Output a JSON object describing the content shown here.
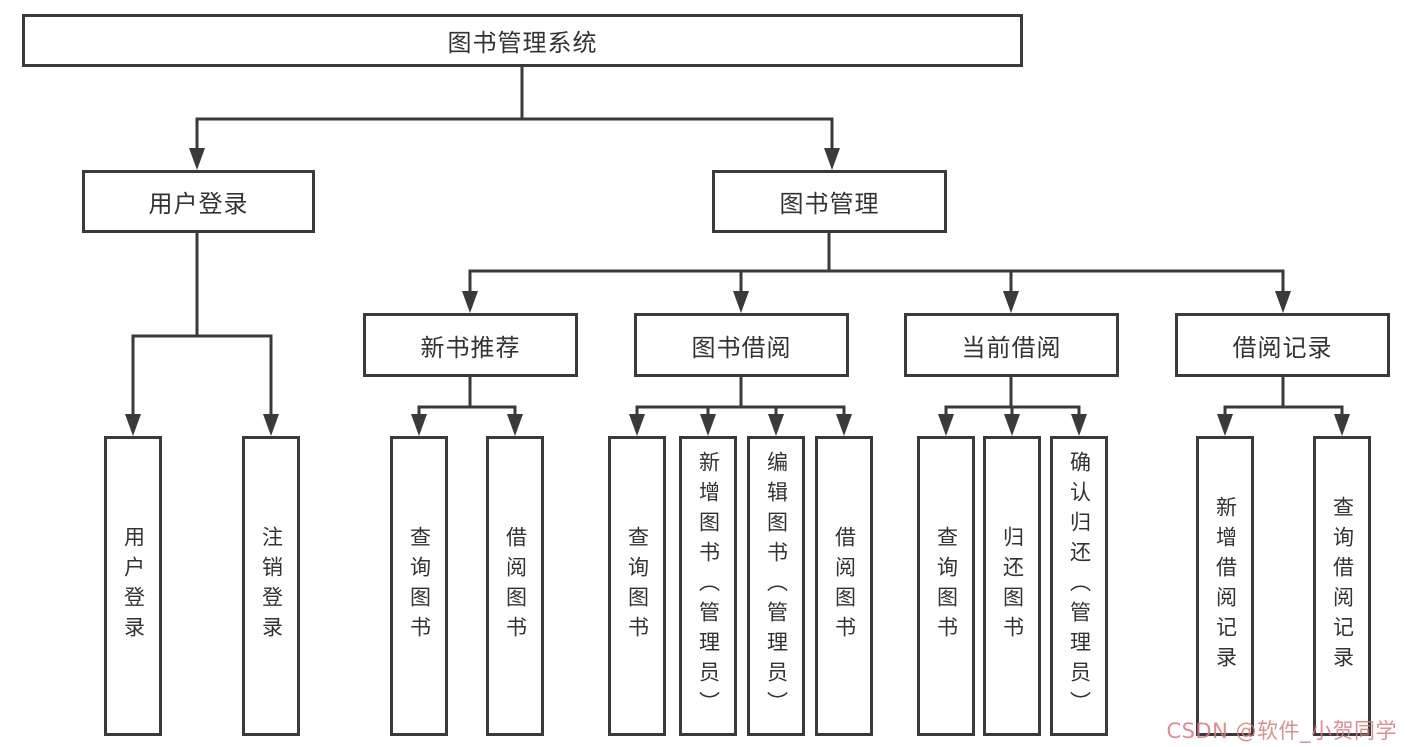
{
  "tree": {
    "root": {
      "label": "图书管理系统",
      "children": [
        {
          "label": "用户登录",
          "children": [
            {
              "label": "用户登录"
            },
            {
              "label": "注销登录"
            }
          ]
        },
        {
          "label": "图书管理",
          "children": [
            {
              "label": "新书推荐",
              "children": [
                {
                  "label": "查询图书"
                },
                {
                  "label": "借阅图书"
                }
              ]
            },
            {
              "label": "图书借阅",
              "children": [
                {
                  "label": "查询图书"
                },
                {
                  "label": "新增图书（管理员）"
                },
                {
                  "label": "编辑图书（管理员）"
                },
                {
                  "label": "借阅图书"
                }
              ]
            },
            {
              "label": "当前借阅",
              "children": [
                {
                  "label": "查询图书"
                },
                {
                  "label": "归还图书"
                },
                {
                  "label": "确认归还（管理员）"
                }
              ]
            },
            {
              "label": "借阅记录",
              "children": [
                {
                  "label": "新增借阅记录"
                },
                {
                  "label": "查询借阅记录"
                }
              ]
            }
          ]
        }
      ]
    }
  },
  "watermark": {
    "text": "CSDN @软件_小贺同学"
  },
  "colors": {
    "line": "#3a3a3a",
    "text": "#333333",
    "watermark": "#d67b7b",
    "background": "#ffffff"
  }
}
